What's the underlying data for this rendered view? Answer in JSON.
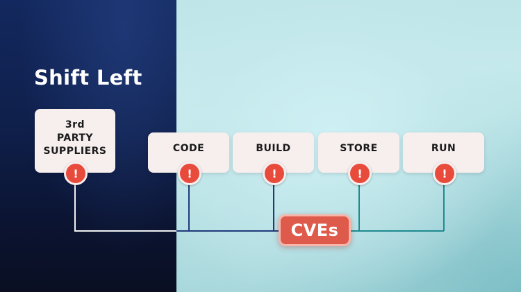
{
  "title": "Shift Left",
  "suppliers_card": {
    "lines": [
      "3rd",
      "PARTY",
      "SUPPLIERS"
    ]
  },
  "stages": [
    {
      "label": "CODE"
    },
    {
      "label": "BUILD"
    },
    {
      "label": "STORE"
    },
    {
      "label": "RUN"
    }
  ],
  "alert_symbol": "!",
  "cves_label": "CVEs",
  "colors": {
    "dark_panel": "#0f1f4a",
    "light_panel": "#c6e9ec",
    "card_fill": "#f7eeee",
    "alert_red": "#e84b3c",
    "cves_fill": "#de5a4a",
    "line_white": "#f2f2f2",
    "line_navy": "#1f3a7a",
    "line_teal": "#1e8a90"
  }
}
